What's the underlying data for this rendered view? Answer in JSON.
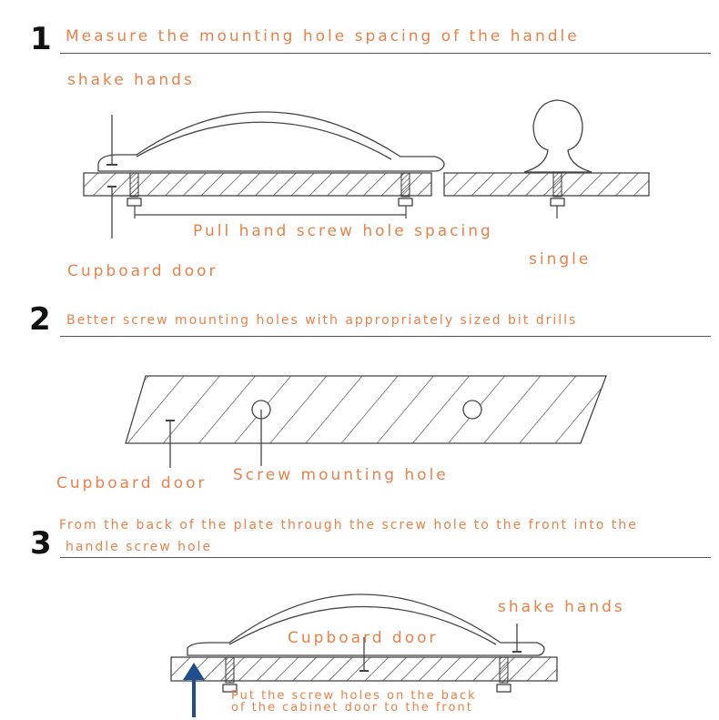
{
  "steps": [
    {
      "number": "1",
      "heading": "Measure the mounting hole spacing of the handle",
      "labels": {
        "shake_hands": "shake hands",
        "spacing": "Pull hand screw hole spacing",
        "single": "single",
        "door": "Cupboard door"
      }
    },
    {
      "number": "2",
      "heading": "Better screw mounting holes with appropriately sized bit drills",
      "labels": {
        "door": "Cupboard door",
        "hole": "Screw mounting hole"
      }
    },
    {
      "number": "3",
      "heading_line1": "From the back of the plate through the screw hole to the front into the",
      "heading_line2": "handle screw hole",
      "labels": {
        "shake_hands": "shake hands",
        "door": "Cupboard door",
        "note_line1": "Put the screw holes on the back",
        "note_line2": "of the cabinet door to the front"
      }
    }
  ],
  "colors": {
    "text_accent": "#e8814a",
    "line": "#444444",
    "arrow": "#1f4e8c",
    "step_number": "#111111"
  }
}
